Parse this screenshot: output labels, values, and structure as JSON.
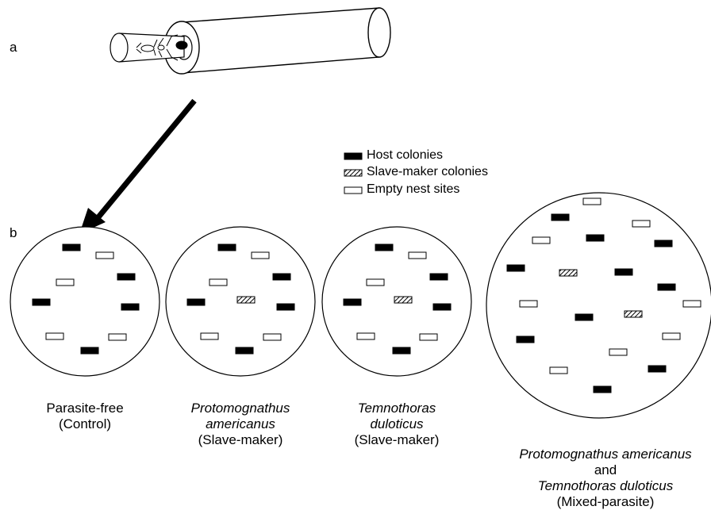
{
  "panel_labels": {
    "a": "a",
    "b": "b"
  },
  "legend": {
    "items": [
      {
        "label": "Host colonies",
        "kind": "host"
      },
      {
        "label": "Slave-maker colonies",
        "kind": "slave"
      },
      {
        "label": "Empty nest sites",
        "kind": "empty"
      }
    ]
  },
  "treatments": [
    {
      "line1": "Parasite-free",
      "line2": "(Control)",
      "line3": "",
      "line1_italic": false,
      "line2_italic": false
    },
    {
      "line1": "Protomognathus",
      "line2": "americanus",
      "line3": "(Slave-maker)",
      "line1_italic": true,
      "line2_italic": true
    },
    {
      "line1": "Temnothoras",
      "line2": "duloticus",
      "line3": "(Slave-maker)",
      "line1_italic": true,
      "line2_italic": true
    },
    {
      "line1": "Protomognathus americanus",
      "line2": "and Temnothoras duloticus",
      "line3": "(Mixed-parasite)",
      "line1_italic": true,
      "line2_italic": "partial"
    }
  ],
  "colors": {
    "host": "#000000",
    "empty": "#ffffff",
    "stroke": "#000000"
  }
}
